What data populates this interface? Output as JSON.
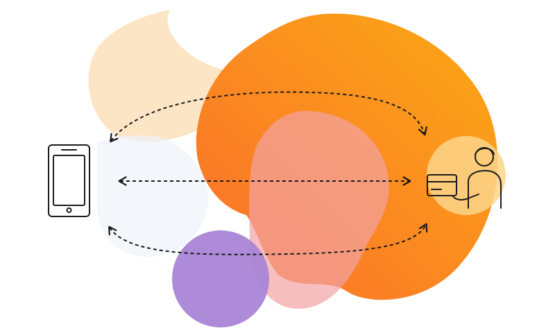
{
  "diagram": {
    "background_color": "#ffffff",
    "blobs": [
      {
        "name": "peach-blob-top-left",
        "color": "#f9d39c",
        "opacity": 0.6
      },
      {
        "name": "orange-blob-large",
        "color": "#fb9c1e",
        "opacity": 1
      },
      {
        "name": "light-blue-blob-left",
        "color": "#eef4fb",
        "opacity": 0.7
      },
      {
        "name": "pink-blob-center",
        "color": "#f2a2a4",
        "opacity": 0.7
      },
      {
        "name": "purple-circle-bottom",
        "color": "#a985d6",
        "opacity": 0.95
      },
      {
        "name": "yellow-circle-right",
        "color": "#fbd58a",
        "opacity": 0.85
      }
    ],
    "gradient": {
      "start": "#fb6d2c",
      "end": "#fbaa14"
    },
    "icons": {
      "left": "smartphone-icon",
      "right": "person-with-card-icon"
    },
    "connectors": [
      {
        "name": "top-curved-arrow",
        "style": "dashed",
        "heads": "both"
      },
      {
        "name": "middle-straight-arrow",
        "style": "dashed",
        "heads": "both"
      },
      {
        "name": "bottom-curved-arrow",
        "style": "dashed",
        "heads": "both"
      }
    ],
    "line_color": "#1a1a1a"
  }
}
